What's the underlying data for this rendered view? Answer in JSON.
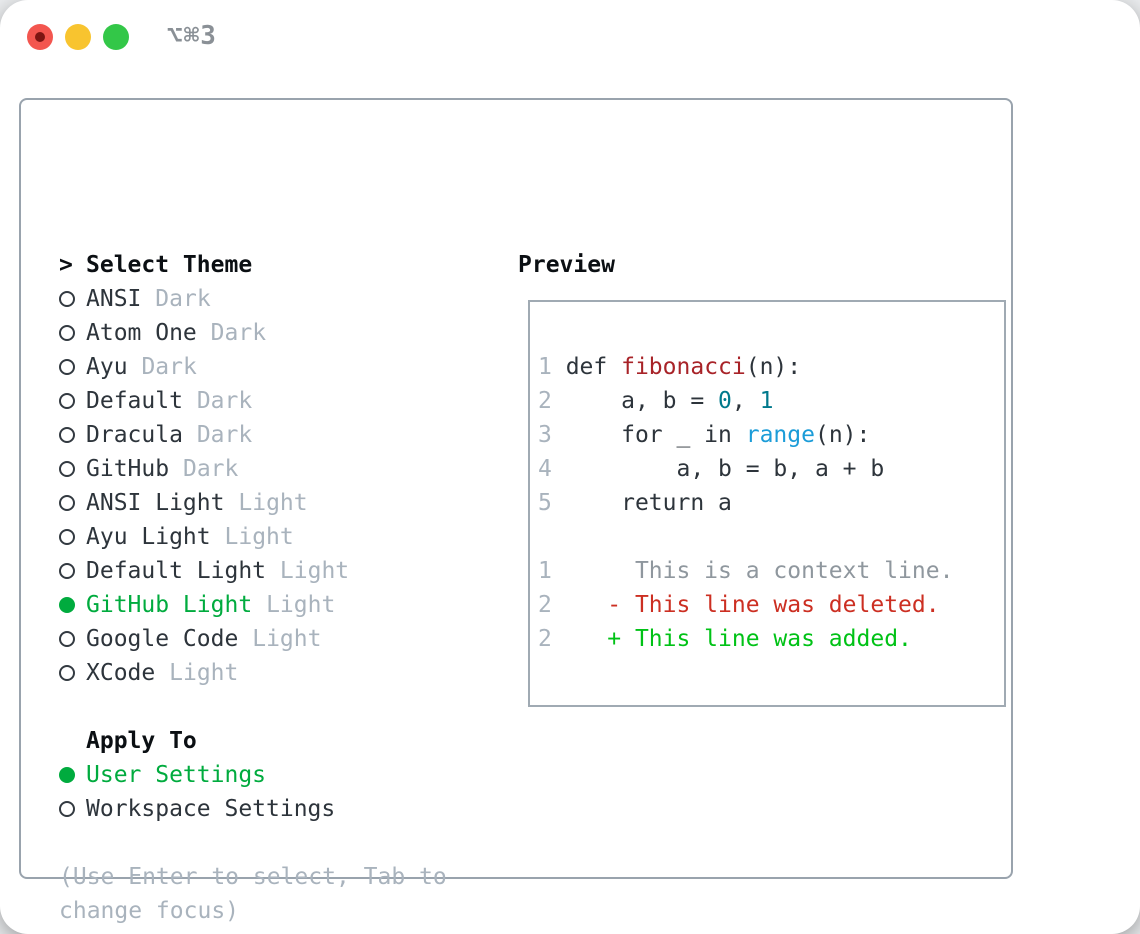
{
  "titlebar": {
    "title": "⌥⌘3",
    "buttons": [
      "close",
      "minimize",
      "zoom"
    ]
  },
  "colors": {
    "plain": "#2d343b",
    "black": "#0b0f13",
    "dim": "#a9b3bd",
    "ctx": "#8f979e",
    "del": "#cc2f22",
    "add": "#00c216",
    "select_green": "#00ab3e",
    "func_red": "#a82328",
    "number_teal": "#00798c",
    "call_blue": "#1b9cd8",
    "panel_border": "#99a3ad",
    "title_gray": "#8a9096",
    "traffic_red": "#f3564f",
    "traffic_red_dot": "#7c1512",
    "traffic_yellow": "#f8c42f",
    "traffic_green": "#33c748"
  },
  "theme_picker": {
    "header_marker": ">",
    "header": "Select Theme",
    "themes": [
      {
        "name": "ANSI",
        "variant": "Dark",
        "selected": false
      },
      {
        "name": "Atom One",
        "variant": "Dark",
        "selected": false
      },
      {
        "name": "Ayu",
        "variant": "Dark",
        "selected": false
      },
      {
        "name": "Default",
        "variant": "Dark",
        "selected": false
      },
      {
        "name": "Dracula",
        "variant": "Dark",
        "selected": false
      },
      {
        "name": "GitHub",
        "variant": "Dark",
        "selected": false
      },
      {
        "name": "ANSI Light",
        "variant": "Light",
        "selected": false
      },
      {
        "name": "Ayu Light",
        "variant": "Light",
        "selected": false
      },
      {
        "name": "Default Light",
        "variant": "Light",
        "selected": false
      },
      {
        "name": "GitHub Light",
        "variant": "Light",
        "selected": true
      },
      {
        "name": "Google Code",
        "variant": "Light",
        "selected": false
      },
      {
        "name": "XCode",
        "variant": "Light",
        "selected": false
      }
    ],
    "apply_to": {
      "header": "Apply To",
      "options": [
        {
          "label": "User Settings",
          "selected": true
        },
        {
          "label": "Workspace Settings",
          "selected": false
        }
      ]
    },
    "hint_lines": [
      "(Use Enter to select, Tab to",
      "change focus)"
    ]
  },
  "preview": {
    "title": "Preview",
    "lines": [
      {
        "segs": [
          {
            "t": "1",
            "c": "dim"
          },
          {
            "t": " def ",
            "c": "plain"
          },
          {
            "t": "fibonacci",
            "c": "func_red"
          },
          {
            "t": "(n):",
            "c": "plain"
          }
        ]
      },
      {
        "segs": [
          {
            "t": "2",
            "c": "dim"
          },
          {
            "t": "     a, b = ",
            "c": "plain"
          },
          {
            "t": "0",
            "c": "number_teal"
          },
          {
            "t": ", ",
            "c": "plain"
          },
          {
            "t": "1",
            "c": "number_teal"
          }
        ]
      },
      {
        "segs": [
          {
            "t": "3",
            "c": "dim"
          },
          {
            "t": "     for _ in ",
            "c": "plain"
          },
          {
            "t": "range",
            "c": "call_blue"
          },
          {
            "t": "(n):",
            "c": "plain"
          }
        ]
      },
      {
        "segs": [
          {
            "t": "4",
            "c": "dim"
          },
          {
            "t": "         a, b = b, a + b",
            "c": "plain"
          }
        ]
      },
      {
        "segs": [
          {
            "t": "5",
            "c": "dim"
          },
          {
            "t": "     return a",
            "c": "plain"
          }
        ]
      },
      {
        "segs": []
      },
      {
        "segs": [
          {
            "t": "1",
            "c": "dim"
          },
          {
            "t": "      This is a context line.",
            "c": "ctx"
          }
        ]
      },
      {
        "segs": [
          {
            "t": "2",
            "c": "dim"
          },
          {
            "t": "    ",
            "c": "plain"
          },
          {
            "t": "- This line was deleted.",
            "c": "del"
          }
        ]
      },
      {
        "segs": [
          {
            "t": "2",
            "c": "dim"
          },
          {
            "t": "    ",
            "c": "plain"
          },
          {
            "t": "+ This line was added.",
            "c": "add"
          }
        ]
      }
    ]
  }
}
